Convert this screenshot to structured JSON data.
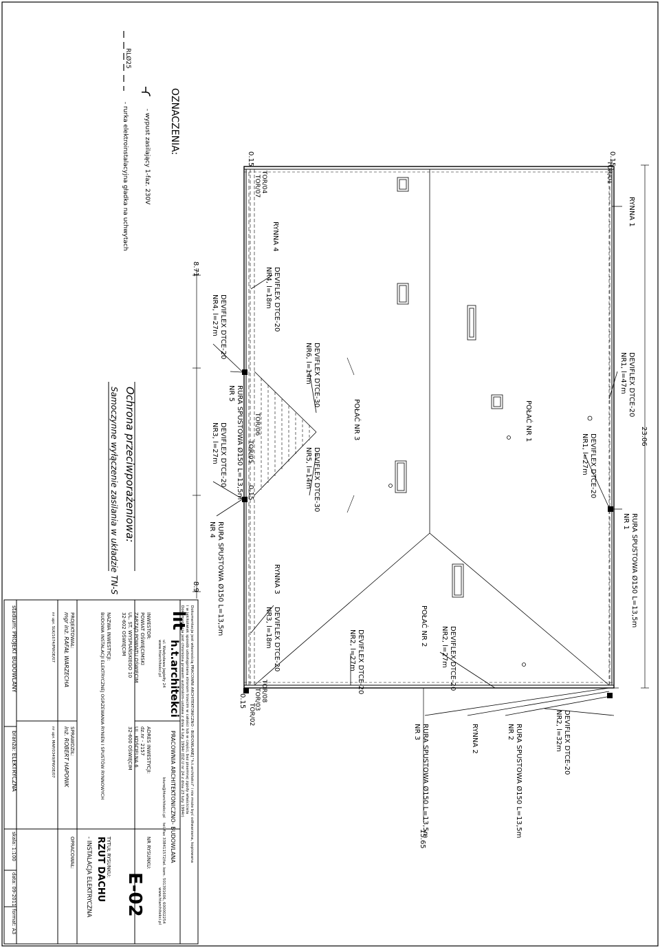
{
  "legend": {
    "title": "OZNACZENIA:",
    "outlet_desc": "- wypust zasilający 1-faz. 230V",
    "conduit_code": "RLØ25",
    "conduit_desc": "- rurka elektroinstalacyjna gładka na uchwytach"
  },
  "protection": {
    "title": "Ochrona przeciwporażeniowa:",
    "subtitle": "Samoczynne wyłączenie zasilania w układzie TN-S"
  },
  "dimensions": {
    "total_length": "23.06",
    "lower_length": "15.65",
    "left_dim": "8.71",
    "right_dim": "8.9",
    "offset_1": "0.15",
    "offset_2": "0.15",
    "offset_3": "0.15",
    "offset_4": "0.15"
  },
  "plan": {
    "tor_01": "TOR/01",
    "tor_02": "TOR/02",
    "tor_03": "TOR/03",
    "tor_04": "TOR/04",
    "tor_05": "TOR/05",
    "tor_06": "TOR/06",
    "tor_07": "TOR/07",
    "tor_08": "TOR/08",
    "rynna_1": "RYNNA 1",
    "rynna_2": "RYNNA 2",
    "rynna_3": "RYNNA 3",
    "rynna_4": "RYNNA 4",
    "polac_1": "POŁAĆ NR 1",
    "polac_2": "POŁAĆ NR 2",
    "polac_3": "POŁAĆ NR 3",
    "devi_nr1_47_a": "DEVIFLEX DTCE-20",
    "devi_nr1_47_b": "NR1, l=47m",
    "devi_nr1_27_a": "DEVIFLEX DTCE-20",
    "devi_nr1_27_b": "NR1, l=27m",
    "devi_nr2_27a_a": "DEVIFLEX DTCE-20",
    "devi_nr2_27a_b": "NR2, l=27m",
    "devi_nr2_27b_a": "DEVIFLEX DTCE-20",
    "devi_nr2_27b_b": "NR2, l=27m",
    "devi_nr2_32_a": "DEVIFLEX DTCE-20",
    "devi_nr2_32_b": "NR2, l=32m",
    "devi_nr3_18_a": "DEVIFLEX DTCE-20",
    "devi_nr3_18_b": "NR3, l=18m",
    "devi_nr3_27_a": "DEVIFLEX DTCE-20",
    "devi_nr3_27_b": "NR3, l=27m",
    "devi_nr4_18_a": "DEVIFLEX DTCE-20",
    "devi_nr4_18_b": "NR4, l=18m",
    "devi_nr4_27_a": "DEVIFLEX DTCE-20",
    "devi_nr4_27_b": "NR4, l=27m",
    "devi_nr5_a": "DEVIFLEX DTCE-30",
    "devi_nr5_b": "NR5, l=14m",
    "devi_nr6_a": "DEVIFLEX DTCE-30",
    "devi_nr6_b": "NR6, l=14m",
    "rura_1_a": "RURA SPUSTOWA Ø150 L=13,5m",
    "rura_1_b": "NR 1",
    "rura_2_a": "RURA SPUSTOWA Ø150 L=13,5m",
    "rura_2_b": "NR 2",
    "rura_3_a": "RURA SPUSTOWA Ø150 L=13,5m",
    "rura_3_b": "NR 3",
    "rura_4_a": "RURA SPUSTOWA Ø150 L=13,5m",
    "rura_4_b": "NR 4",
    "rura_5_a": "RURA SPUSTOWA Ø150 L=13,5m",
    "rura_5_b": "NR 5"
  },
  "title_block": {
    "copyright_1": "Dokumentacja jest własnością PRACOWNI ARCHITEKTONICZNO - BUDOWLANEJ \"h.t.architekci\" i nie może być odtwarzana, kopiowana",
    "copyright_2": "i w jakikolwiek sposób udostępniana stronom trzecim w całości lub w części, bez pisemnej zgody właściciela",
    "copyright_3": "Dokumentacja jest chroniona prawem autorskim-ustawa z dnia 4 luty 1994r (DZ.U nr 24 z dnia 23 luty 1994r)",
    "logo": "lıt",
    "company": "h.t.architekci",
    "company_full": "PRACOWNIA ARCHITEKTONICZNO- BUDOWLANA",
    "address": "ul. Wadysława Jagiełły 24",
    "web": "www.htarchitekci.pl",
    "email": "biuro@htarchitekci.pl",
    "phone": "tel./fax 338411572/tel. kom. 501391606, 600002254",
    "web2": "www.htarchitekci.pl",
    "investor_label": "INWESTOR:",
    "investor_1": "POWIAT OŚWIĘCIMSKI",
    "investor_2": "ZARZĄD POWIATU OŚWIĘCIM",
    "investor_3": "UL. ST. WYSPIAŃSKIEGO 10",
    "investor_4": "32-602 OŚWIĘCIM",
    "address_label": "ADRES INWESTYCJI:",
    "address_1": "dz.nr - 2157",
    "address_2": "UL. KOŚCIELNA 6",
    "address_3": "32-600 OŚWIĘCIM",
    "drawing_no_label": "NR RYSUNKU:",
    "drawing_no": "E-02",
    "project_name_label": "NAZWA INWESTYCJI:",
    "project_name": "BUDOWA INSTALACJI ELEKTRYCZNEJ OGRZEWANIA RYNIEN I SPUSTÓW RYNNOWYCH",
    "title_label": "TYTUŁ RYSUNKU:",
    "title_1": "RZUT DACHU",
    "title_2": "- INSTALACJA ELEKTRYCZNA",
    "designer_label": "PROJEKTOWAŁ:",
    "designer": "mgr inż. RAFAŁ WARZECHA",
    "designer_no": "nr upr. SLK/1674/PWOE/07",
    "checker_label": "SPRAWDZIŁ:",
    "checker": "inż. ROBERT HAPONIK",
    "checker_no": "nr upr. MAP/0349/PWOE/07",
    "prepared_label": "OPRACOWAŁ:",
    "stage": "stadium: PROJEKT BUDOWLANY",
    "branch": "branża: ELEKTRYCZNA",
    "scale": "skala: 1:100",
    "date": "data: 09-2011",
    "format": "format: A3"
  }
}
